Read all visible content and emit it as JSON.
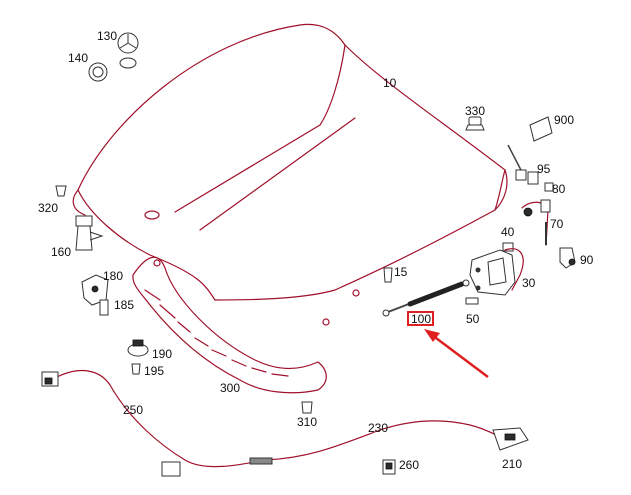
{
  "colors": {
    "part_line": "#a0102a",
    "highlight": "#e02020",
    "ink": "#111111",
    "background": "#ffffff"
  },
  "callouts": {
    "c10": "10",
    "c15": "15",
    "c30": "30",
    "c40": "40",
    "c50": "50",
    "c70": "70",
    "c80": "80",
    "c90": "90",
    "c95": "95",
    "c100": "100",
    "c130": "130",
    "c140": "140",
    "c160": "160",
    "c180": "180",
    "c185": "185",
    "c190": "190",
    "c195": "195",
    "c210": "210",
    "c230": "230",
    "c250": "250",
    "c260": "260",
    "c300": "300",
    "c310": "310",
    "c320": "320",
    "c330": "330",
    "c900": "900"
  },
  "highlighted_callout": "100"
}
